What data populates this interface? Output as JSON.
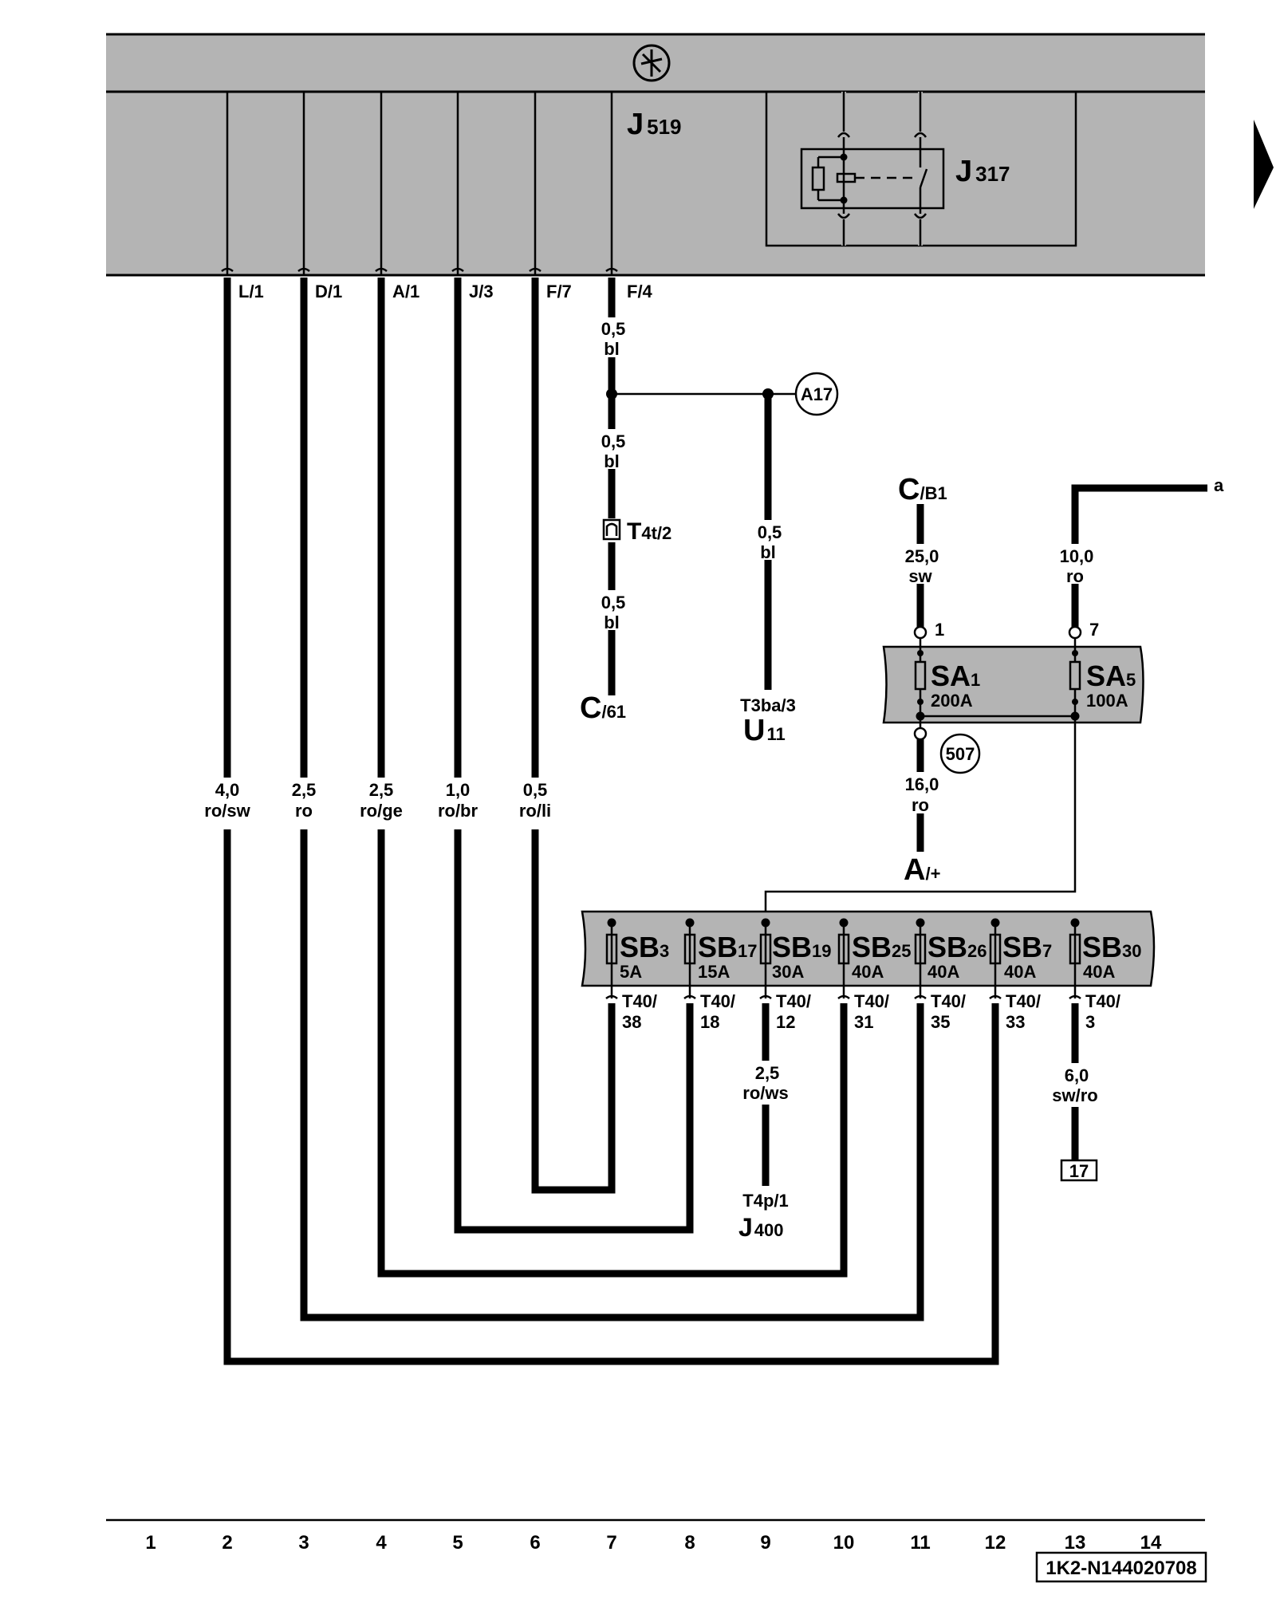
{
  "modules": {
    "j519": {
      "main": "J",
      "sub": "519"
    },
    "j317": {
      "main": "J",
      "sub": "317"
    }
  },
  "pins": [
    "L/1",
    "D/1",
    "A/1",
    "J/3",
    "F/7",
    "F/4"
  ],
  "wires_left": [
    {
      "size": "4,0",
      "color": "ro/sw"
    },
    {
      "size": "2,5",
      "color": "ro"
    },
    {
      "size": "2,5",
      "color": "ro/ge"
    },
    {
      "size": "1,0",
      "color": "ro/br"
    },
    {
      "size": "0,5",
      "color": "ro/li"
    }
  ],
  "f4_wire": {
    "seg1": {
      "size": "0,5",
      "color": "bl"
    },
    "seg2": {
      "size": "0,5",
      "color": "bl"
    },
    "seg3": {
      "size": "0,5",
      "color": "bl"
    },
    "connector": {
      "main": "T",
      "sub": "4t/2"
    },
    "end": {
      "main": "C",
      "sub": "/61"
    }
  },
  "a17_branch": {
    "label": "A17",
    "wire": {
      "size": "0,5",
      "color": "bl"
    },
    "end_pin": "T3ba/3",
    "end": {
      "main": "U",
      "sub": "11"
    }
  },
  "cb1": {
    "label": {
      "main": "C",
      "sub": "/B1"
    },
    "wire": {
      "size": "25,0",
      "color": "sw"
    },
    "pin": "1"
  },
  "a_line": {
    "label": "a",
    "wire": {
      "size": "10,0",
      "color": "ro"
    },
    "pin": "7"
  },
  "sa_fuses": [
    {
      "main": "SA",
      "sub": "1",
      "rating": "200A"
    },
    {
      "main": "SA",
      "sub": "5",
      "rating": "100A"
    }
  ],
  "a_plus": {
    "circle": "507",
    "wire": {
      "size": "16,0",
      "color": "ro"
    },
    "label": {
      "main": "A",
      "sub": "/+"
    }
  },
  "sb_fuses": [
    {
      "main": "SB",
      "sub": "3",
      "rating": "5A",
      "pin": [
        "T40/",
        "38"
      ]
    },
    {
      "main": "SB",
      "sub": "17",
      "rating": "15A",
      "pin": [
        "T40/",
        "18"
      ]
    },
    {
      "main": "SB",
      "sub": "19",
      "rating": "30A",
      "pin": [
        "T40/",
        "12"
      ]
    },
    {
      "main": "SB",
      "sub": "25",
      "rating": "40A",
      "pin": [
        "T40/",
        "31"
      ]
    },
    {
      "main": "SB",
      "sub": "26",
      "rating": "40A",
      "pin": [
        "T40/",
        "35"
      ]
    },
    {
      "main": "SB",
      "sub": "7",
      "rating": "40A",
      "pin": [
        "T40/",
        "33"
      ]
    },
    {
      "main": "SB",
      "sub": "30",
      "rating": "40A",
      "pin": [
        "T40/",
        "3"
      ]
    }
  ],
  "j400_branch": {
    "wire": {
      "size": "2,5",
      "color": "ro/ws"
    },
    "end_pin": "T4p/1",
    "end": {
      "main": "J",
      "sub": "400"
    }
  },
  "box17": {
    "wire": {
      "size": "6,0",
      "color": "sw/ro"
    },
    "label": "17"
  },
  "columns": [
    "1",
    "2",
    "3",
    "4",
    "5",
    "6",
    "7",
    "8",
    "9",
    "10",
    "11",
    "12",
    "13",
    "14"
  ],
  "doc_id": "1K2-N144020708"
}
